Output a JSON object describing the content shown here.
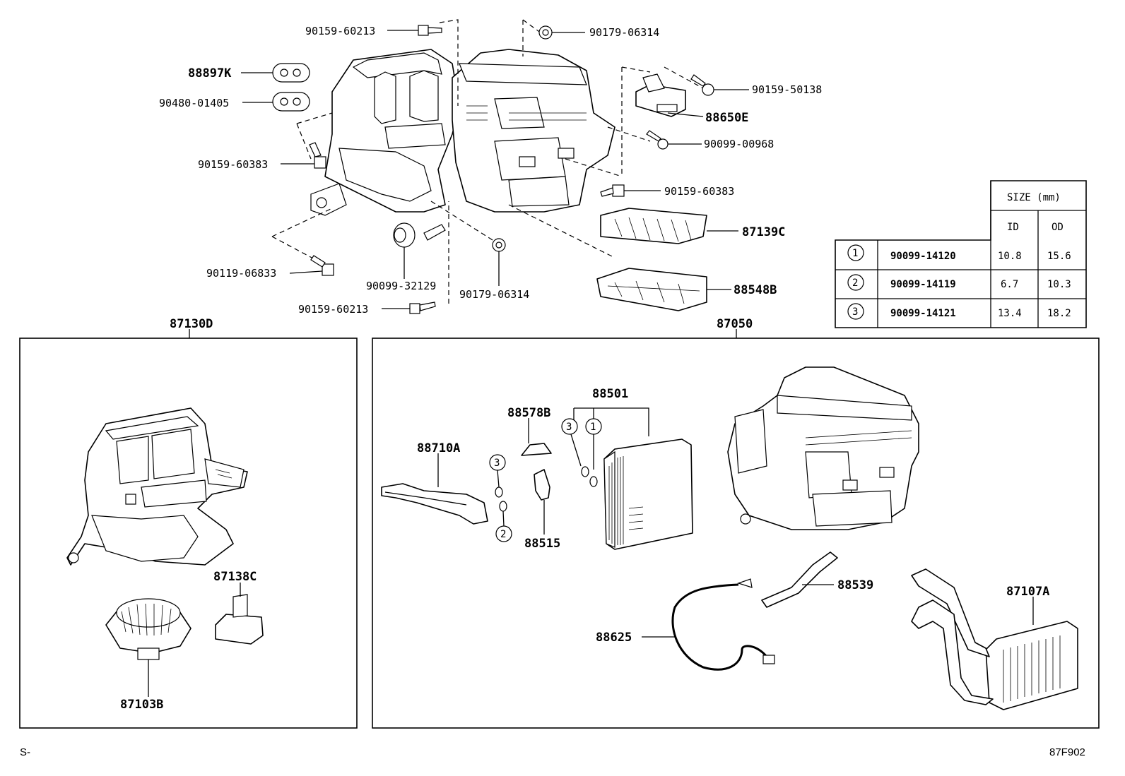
{
  "labels": {
    "p90159_60213_top": "90159-60213",
    "p88897K": "88897K",
    "p90480_01405": "90480-01405",
    "p90159_60383_left": "90159-60383",
    "p90119_06833": "90119-06833",
    "p90099_32129": "90099-32129",
    "p90179_06314_bottom": "90179-06314",
    "p90159_60213_bottom": "90159-60213",
    "p90179_06314_top": "90179-06314",
    "p90159_50138": "90159-50138",
    "p88650E": "88650E",
    "p90099_00968": "90099-00968",
    "p90159_60383_right": "90159-60383",
    "p87139C": "87139C",
    "p88548B": "88548B",
    "p87130D": "87130D",
    "p87050": "87050",
    "p87138C": "87138C",
    "p87103B": "87103B",
    "p88710A": "88710A",
    "p88578B": "88578B",
    "p88501": "88501",
    "p88515": "88515",
    "p88539": "88539",
    "p88625": "88625",
    "p87107A": "87107A"
  },
  "callouts": {
    "c3a": "3",
    "c2a": "2",
    "c3b": "3",
    "c1b": "1"
  },
  "size_table": {
    "header": "SIZE (mm)",
    "col_id": "ID",
    "col_od": "OD",
    "rows": [
      {
        "num": "1",
        "part": "90099-14120",
        "id": "10.8",
        "od": "15.6"
      },
      {
        "num": "2",
        "part": "90099-14119",
        "id": "6.7",
        "od": "10.3"
      },
      {
        "num": "3",
        "part": "90099-14121",
        "id": "13.4",
        "od": "18.2"
      }
    ]
  },
  "footer": {
    "left": "S-",
    "right": "87F902"
  }
}
